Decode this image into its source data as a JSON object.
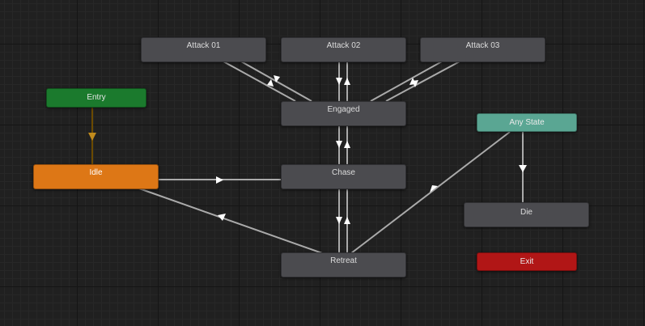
{
  "graph": {
    "states": {
      "attack01": {
        "label": "Attack 01"
      },
      "attack02": {
        "label": "Attack 02"
      },
      "attack03": {
        "label": "Attack 03"
      },
      "entry": {
        "label": "Entry"
      },
      "engaged": {
        "label": "Engaged"
      },
      "any_state": {
        "label": "Any State"
      },
      "idle": {
        "label": "Idle"
      },
      "chase": {
        "label": "Chase"
      },
      "die": {
        "label": "Die"
      },
      "retreat": {
        "label": "Retreat"
      },
      "exit": {
        "label": "Exit"
      }
    }
  },
  "colors": {
    "background": "#202020",
    "node": "#4b4b4f",
    "entry": "#1b7a2d",
    "default_state": "#dd7716",
    "any_state": "#5aa693",
    "exit": "#b11616",
    "transition": "#aaaaaa",
    "entry_transition": "#6b4a00"
  }
}
